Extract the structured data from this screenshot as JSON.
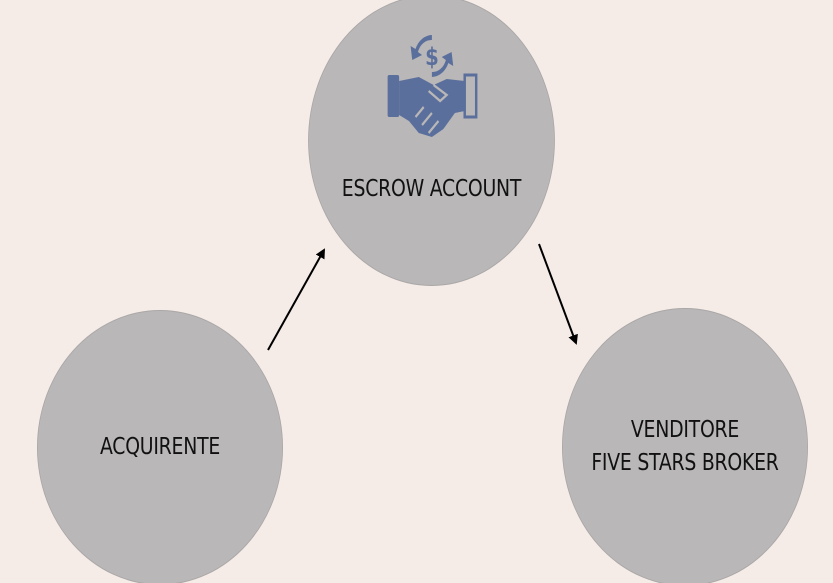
{
  "nodes": {
    "escrow": {
      "label": "ESCROW ACCOUNT",
      "icon": "handshake-money-icon"
    },
    "buyer": {
      "label": "ACQUIRENTE"
    },
    "seller": {
      "line1": "VENDITORE",
      "line2": "FIVE STARS BROKER"
    }
  },
  "edges": [
    {
      "from": "buyer",
      "to": "escrow"
    },
    {
      "from": "escrow",
      "to": "seller"
    }
  ],
  "colors": {
    "background": "#f5ebe7",
    "node_fill": "#b9b7b7",
    "icon": "#5b6f9c",
    "arrow": "#000000"
  }
}
